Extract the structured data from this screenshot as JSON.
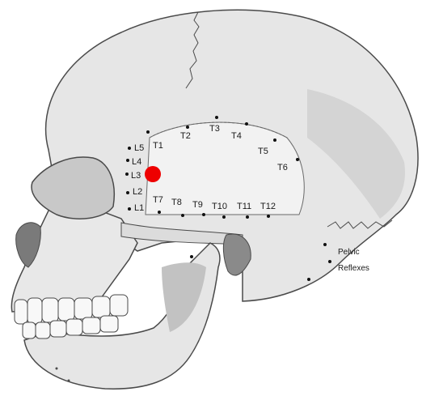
{
  "labels": {
    "L5": "L5",
    "L4": "L4",
    "L3": "L3",
    "L2": "L2",
    "L1": "L1",
    "T1": "T1",
    "T2": "T2",
    "T3": "T3",
    "T4": "T4",
    "T5": "T5",
    "T6": "T6",
    "T7": "T7",
    "T8": "T8",
    "T9": "T9",
    "T10": "T10",
    "T11": "T11",
    "T12": "T12",
    "pelvic": "Pelvic",
    "reflexes": "Reflexes"
  },
  "colors": {
    "bone": "#e6e6e6",
    "bone_shade": "#cfcfcf",
    "bone_dark": "#9e9e9e",
    "outline": "#4a4a4a",
    "marker": "#ee0000",
    "dot": "#111111"
  },
  "marker": {
    "icon": "red-dot-marker",
    "at_label": "L3"
  }
}
